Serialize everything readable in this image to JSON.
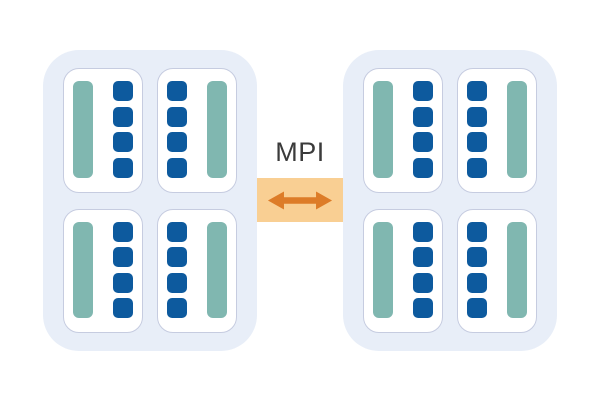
{
  "diagram": {
    "description": "Two multi-socket compute nodes communicating via MPI",
    "node_count": 2
  },
  "link": {
    "label": "MPI",
    "icon": "double-arrow-icon"
  },
  "colors": {
    "node_bg": "#e8eef8",
    "socket_bg": "#ffffff",
    "socket_border": "#c6cce0",
    "teal": "#80b7b0",
    "blue": "#0d5a9e",
    "link_bg": "#f9cf93",
    "arrow": "#dd7c28",
    "label_color": "#3b3b3b"
  },
  "nodes": [
    {
      "id": "node-left",
      "sockets": [
        {
          "layout": "bar-left",
          "cores": 4,
          "bars": 1
        },
        {
          "layout": "bar-right",
          "cores": 4,
          "bars": 1
        },
        {
          "layout": "bar-left",
          "cores": 4,
          "bars": 1
        },
        {
          "layout": "bar-right",
          "cores": 4,
          "bars": 1
        }
      ]
    },
    {
      "id": "node-right",
      "sockets": [
        {
          "layout": "bar-left",
          "cores": 4,
          "bars": 1
        },
        {
          "layout": "bar-right",
          "cores": 4,
          "bars": 1
        },
        {
          "layout": "bar-left",
          "cores": 4,
          "bars": 1
        },
        {
          "layout": "bar-right",
          "cores": 4,
          "bars": 1
        }
      ]
    }
  ]
}
